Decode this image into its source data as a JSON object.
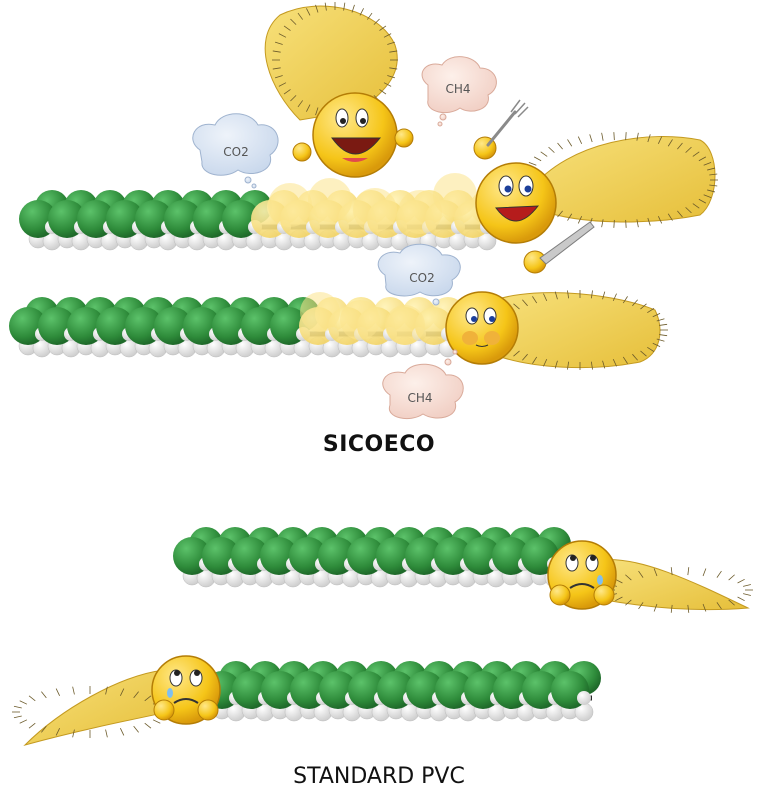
{
  "captions": {
    "sicoeco": "SICOECO",
    "standard": "STANDARD PVC"
  },
  "bubbles": {
    "co2_top": "CO2",
    "ch4_top": "CH4",
    "co2_mid": "CO2",
    "ch4_low": "CH4"
  },
  "colors": {
    "chain_green": "#2e8b3a",
    "chain_white": "#f4f4f4",
    "chain_dark": "#2a2a2a",
    "eaten_yellow": "#f7dc6f",
    "character_yellow": "#f5c518",
    "fur_yellow": "#f2d45c",
    "bubble_blue": "#dbe6f3",
    "bubble_pink": "#f8e1da"
  },
  "icons": [
    "fork-icon",
    "knife-icon",
    "co2-cloud-icon",
    "ch4-cloud-icon",
    "happy-microbe-icon",
    "sad-microbe-icon"
  ]
}
